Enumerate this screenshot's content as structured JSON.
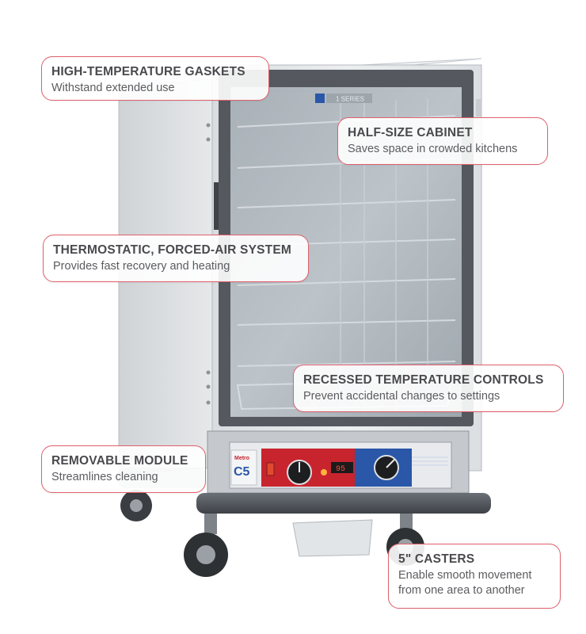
{
  "product": {
    "door_badge": "1 SERIES",
    "panel_brand": "C5",
    "panel_brand_small": "Metro",
    "display_value": "95"
  },
  "callouts": {
    "gaskets": {
      "title": "HIGH-TEMPERATURE GASKETS",
      "desc": "Withstand extended use"
    },
    "cabinet": {
      "title": "HALF-SIZE CABINET",
      "desc": "Saves space in crowded kitchens"
    },
    "airflow": {
      "title": "THERMOSTATIC, FORCED-AIR SYSTEM",
      "desc": "Provides fast recovery and heating"
    },
    "controls": {
      "title": "RECESSED TEMPERATURE CONTROLS",
      "desc": "Prevent accidental changes to settings"
    },
    "module": {
      "title": "REMOVABLE MODULE",
      "desc": "Streamlines cleaning"
    },
    "casters": {
      "title": "5\" CASTERS",
      "desc_line1": "Enable smooth movement",
      "desc_line2": "from one area to another"
    }
  },
  "colors": {
    "callout_border": "#e0606b",
    "panel_red": "#c8242e",
    "panel_blue": "#2a57a8",
    "door_frame": "#55595f",
    "cabinet_body": "#e4e6e8"
  }
}
